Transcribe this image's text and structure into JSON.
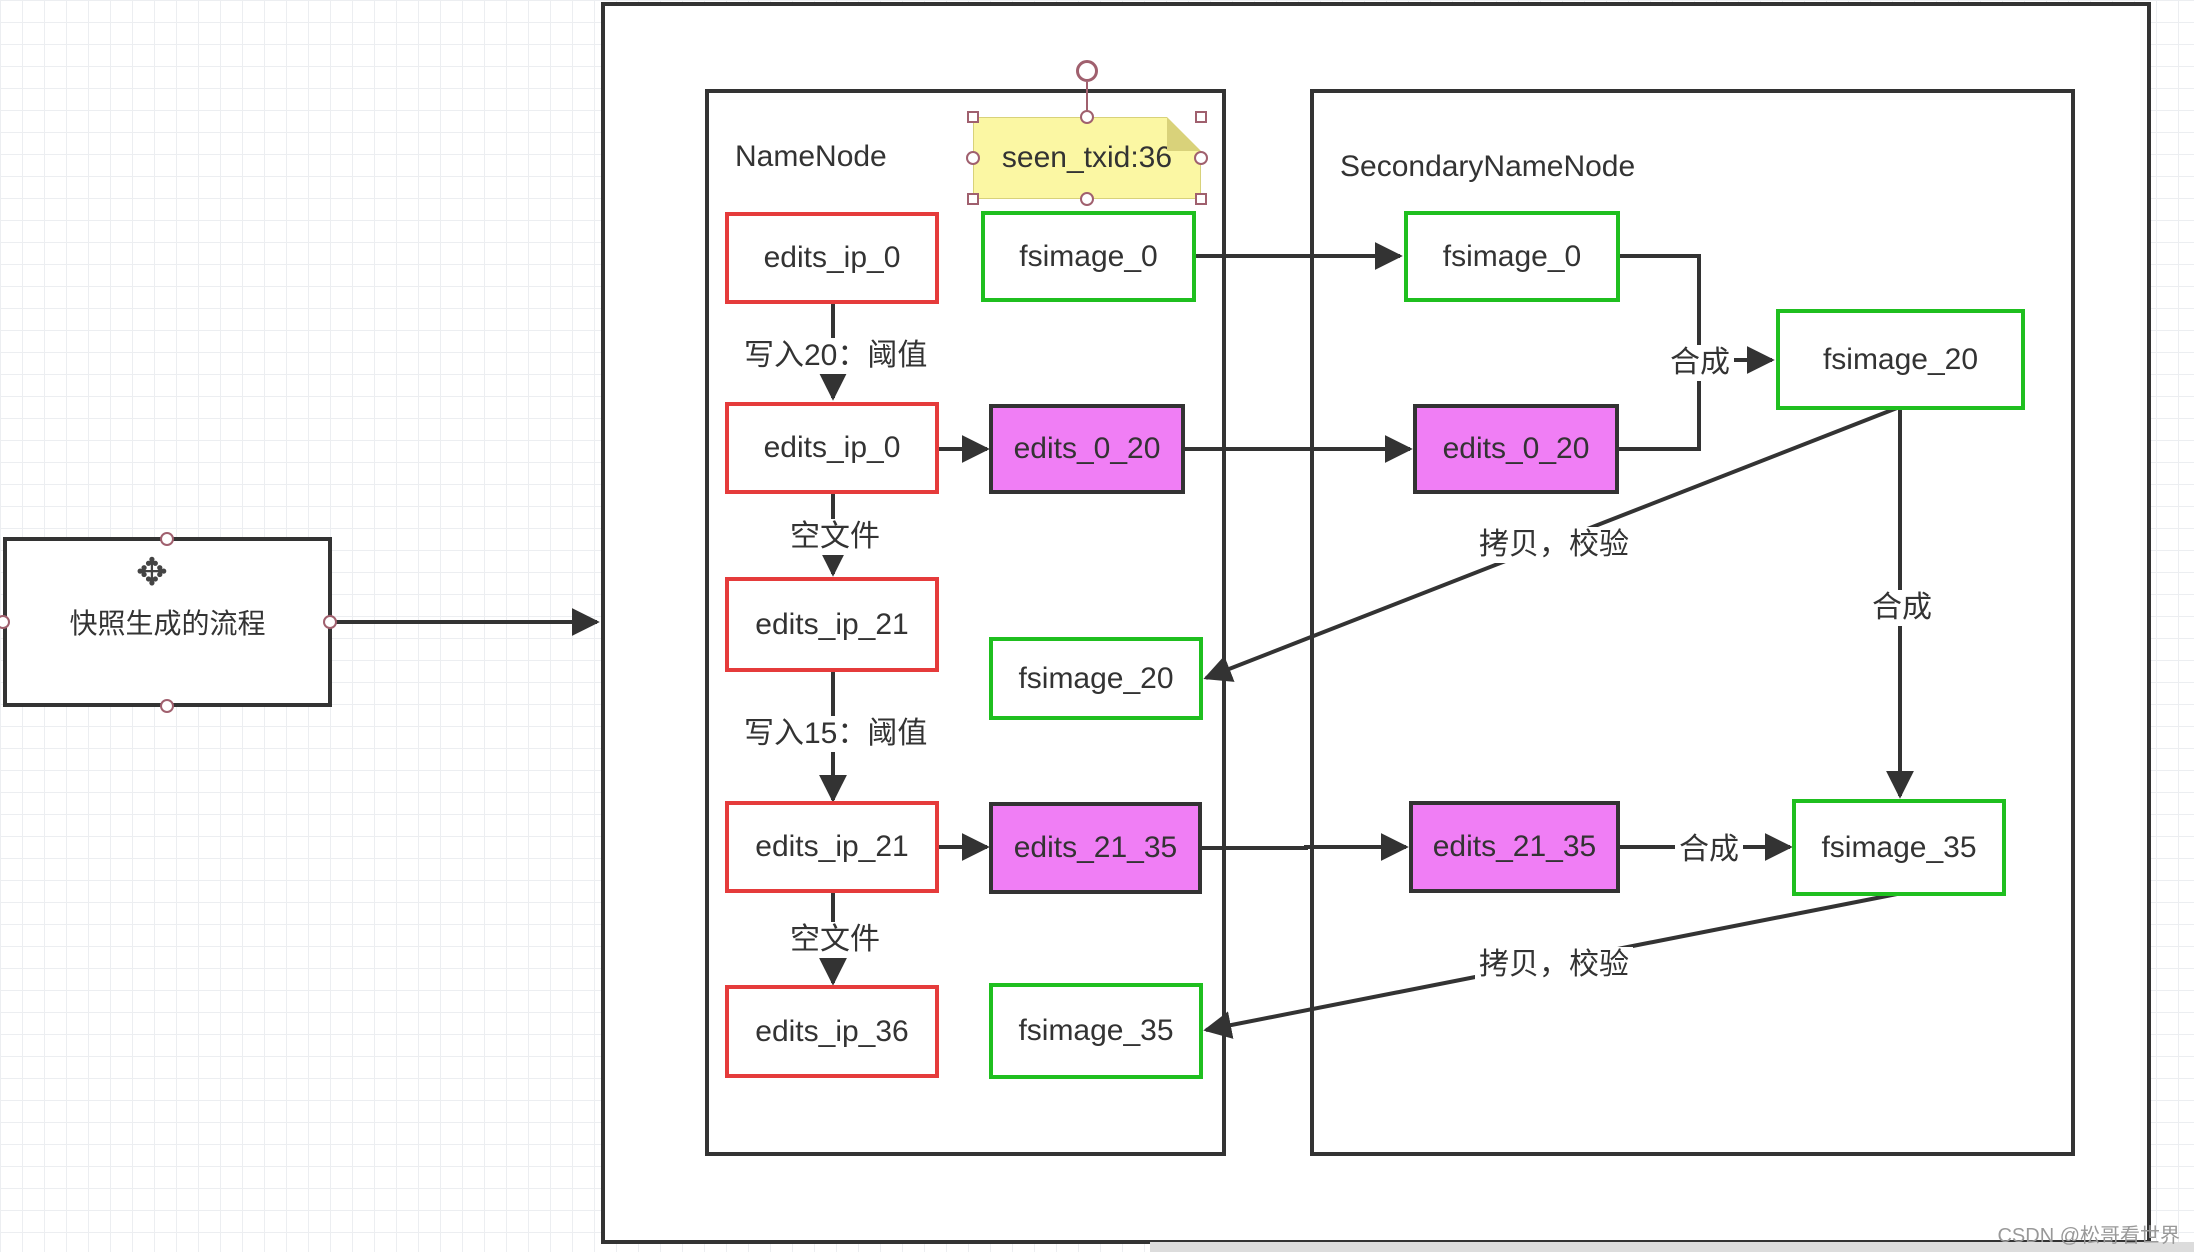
{
  "start_box": {
    "label": "快照生成的流程",
    "icon": "move-icon"
  },
  "namenode": {
    "title": "NameNode",
    "note": "seen_txid:36",
    "nodes": {
      "edits_ip_0_a": "edits_ip_0",
      "fsimage_0": "fsimage_0",
      "edits_ip_0_b": "edits_ip_0",
      "edits_0_20": "edits_0_20",
      "edits_ip_21_a": "edits_ip_21",
      "fsimage_20": "fsimage_20",
      "edits_ip_21_b": "edits_ip_21",
      "edits_21_35": "edits_21_35",
      "edits_ip_36": "edits_ip_36",
      "fsimage_35": "fsimage_35"
    },
    "labels": {
      "write20": "写入20：阈值",
      "empty1": "空文件",
      "write15": "写入15：阈值",
      "empty2": "空文件"
    }
  },
  "secondary": {
    "title": "SecondaryNameNode",
    "nodes": {
      "fsimage_0": "fsimage_0",
      "fsimage_20": "fsimage_20",
      "edits_0_20": "edits_0_20",
      "edits_21_35": "edits_21_35",
      "fsimage_35": "fsimage_35"
    },
    "labels": {
      "merge1": "合成",
      "merge2": "合成",
      "merge3": "合成",
      "copy1": "拷贝，校验",
      "copy2": "拷贝，校验"
    }
  },
  "colors": {
    "edit_border": "#e53b3b",
    "image_border": "#1fbf1f",
    "segment_fill": "#f07ef5",
    "note_fill": "#fbf7a3"
  },
  "watermark": "CSDN @松哥看世界"
}
